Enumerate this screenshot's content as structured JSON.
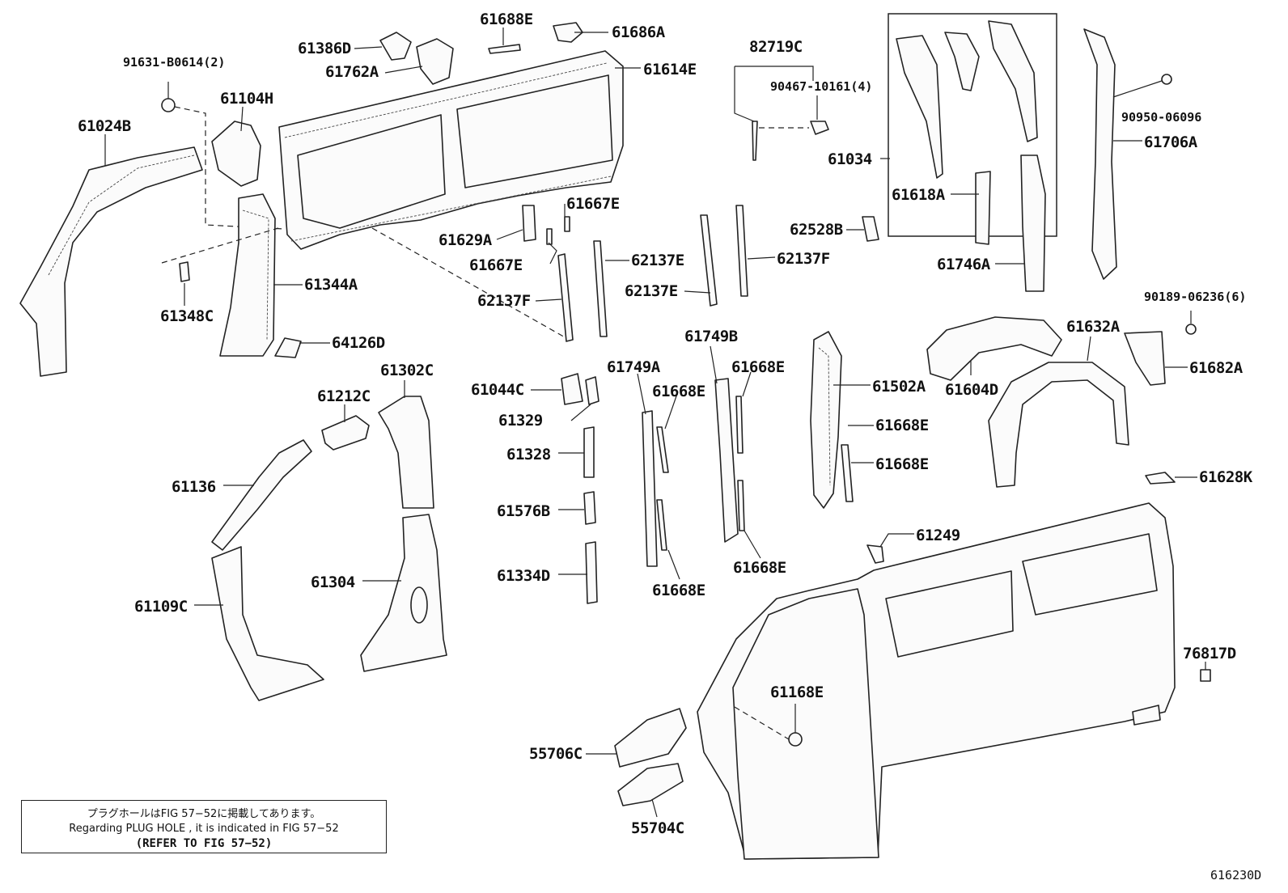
{
  "diagram": {
    "figure_code": "616230D",
    "note": {
      "line1": "プラグホールはFIG 57−52に掲載してあります。",
      "line2": "Regarding  PLUG  HOLE , it is indicated in FIG  57−52",
      "line3": "(REFER TO FIG 57−52)"
    },
    "labels": {
      "p61688E": "61688E",
      "p61686A": "61686A",
      "p61386D": "61386D",
      "p61762A": "61762A",
      "p61614E": "61614E",
      "p91631": "91631-B0614(2)",
      "p61104H": "61104H",
      "p61024B": "61024B",
      "p82719C": "82719C",
      "p90467": "90467-10161(4)",
      "p61034": "61034",
      "p61618A": "61618A",
      "p61746A": "61746A",
      "p90950": "90950-06096",
      "p61706A": "61706A",
      "p61667E_a": "61667E",
      "p61629A": "61629A",
      "p61667E_b": "61667E",
      "p62137E_a": "62137E",
      "p62137F_a": "62137F",
      "p62137E_b": "62137E",
      "p62137F_b": "62137F",
      "p62528B": "62528B",
      "p61344A": "61344A",
      "p61348C": "61348C",
      "p64126D": "64126D",
      "p90189": "90189-06236(6)",
      "p61632A": "61632A",
      "p61682A": "61682A",
      "p61604D": "61604D",
      "p61302C": "61302C",
      "p61212C": "61212C",
      "p61044C": "61044C",
      "p61329": "61329",
      "p61328": "61328",
      "p61749A": "61749A",
      "p61749B": "61749B",
      "p61668E_a": "61668E",
      "p61668E_b": "61668E",
      "p61502A": "61502A",
      "p61668E_c": "61668E",
      "p61668E_d": "61668E",
      "p61136": "61136",
      "p61576B": "61576B",
      "p61334D": "61334D",
      "p61668E_e": "61668E",
      "p61668E_f": "61668E",
      "p61628K": "61628K",
      "p61249": "61249",
      "p61109C": "61109C",
      "p61304": "61304",
      "p76817D": "76817D",
      "p61168E": "61168E",
      "p55706C": "55706C",
      "p55704C": "55704C"
    }
  }
}
